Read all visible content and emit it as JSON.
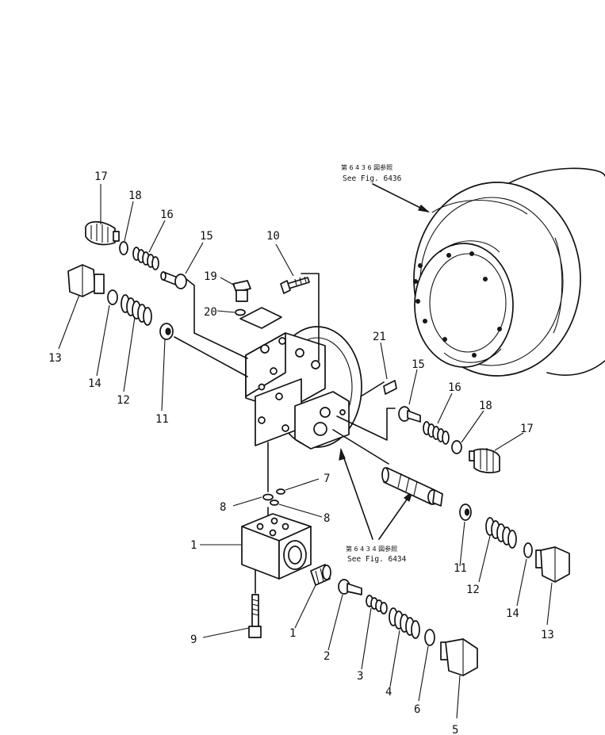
{
  "references": {
    "top": {
      "jp": "第 6 4 3 6 図参照",
      "en": "See Fig. 6436"
    },
    "bottom": {
      "jp": "第 6 4 3 4 図参照",
      "en": "See Fig. 6434"
    }
  },
  "part_numbers": {
    "p17a": "17",
    "p18a": "18",
    "p16a": "16",
    "p15a": "15",
    "p10": "10",
    "p19": "19",
    "p20": "20",
    "p13a": "13",
    "p14a": "14",
    "p12a": "12",
    "p11a": "11",
    "p21": "21",
    "p15b": "15",
    "p16b": "16",
    "p18b": "18",
    "p17b": "17",
    "p7": "7",
    "p8a": "8",
    "p8b": "8",
    "p1a": "1",
    "p11b": "11",
    "p12b": "12",
    "p14b": "14",
    "p13b": "13",
    "p9": "9",
    "p1b": "1",
    "p2": "2",
    "p3": "3",
    "p4": "4",
    "p6": "6",
    "p5": "5"
  }
}
